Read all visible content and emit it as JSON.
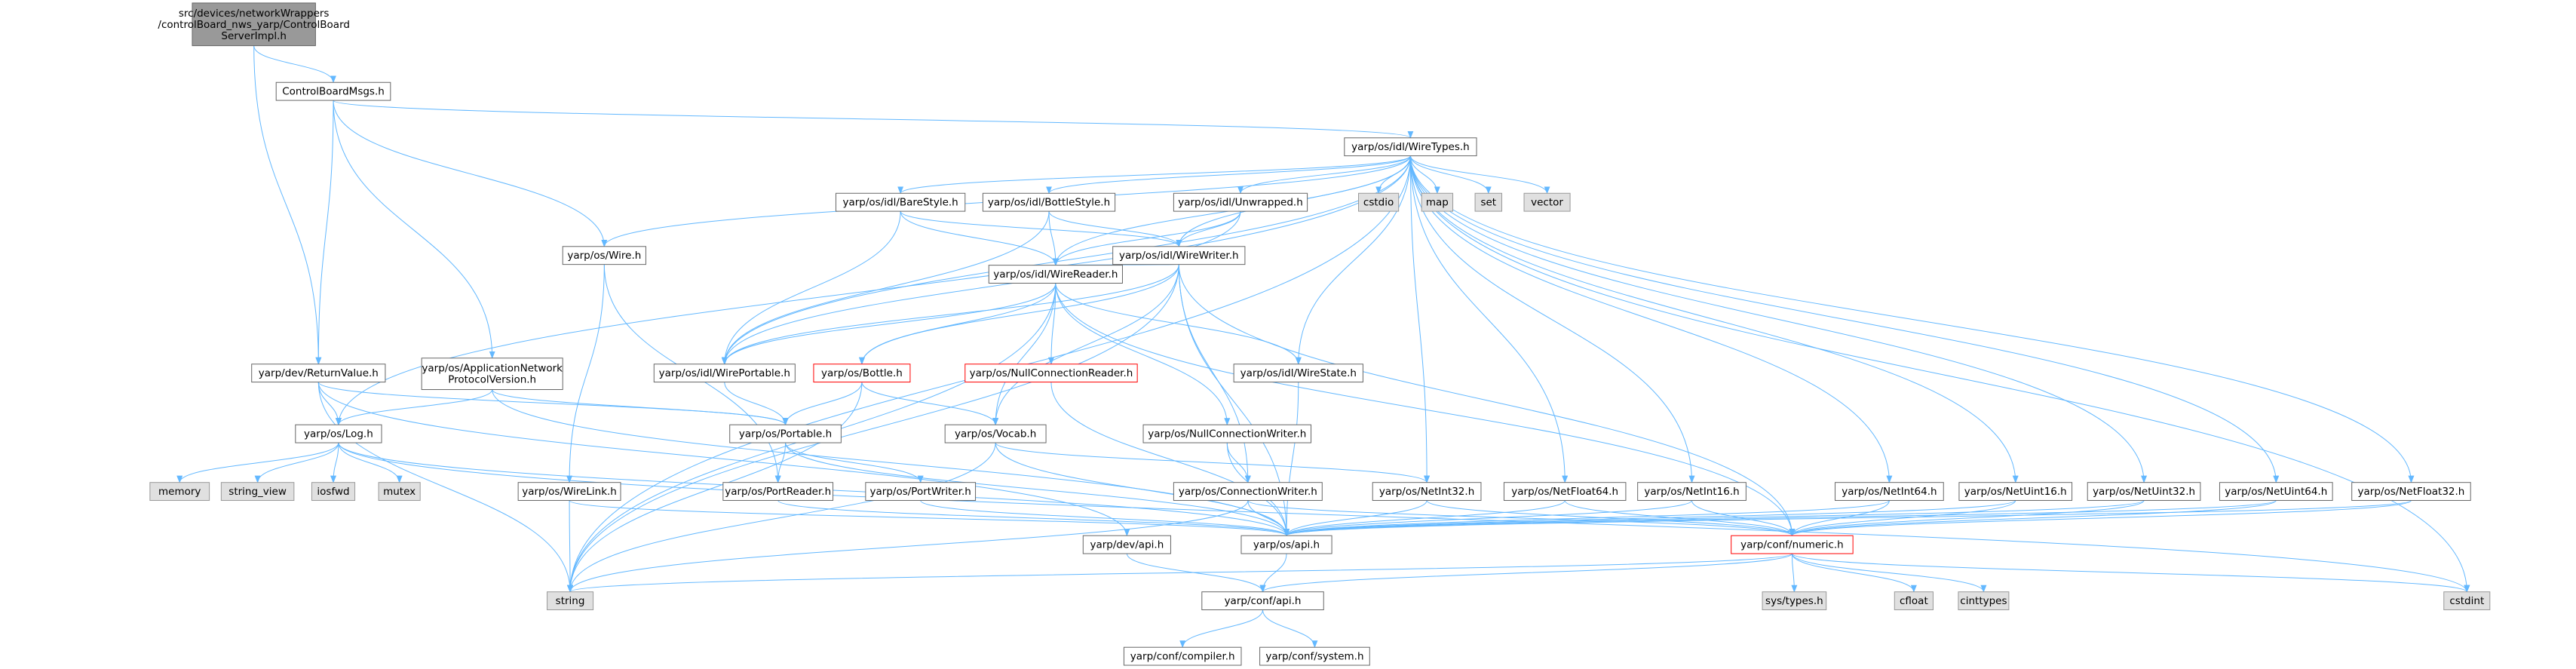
{
  "colors": {
    "edge": "#63b8ff",
    "node_fill": "#ffffff",
    "node_border": "#666666",
    "root_fill": "#999999",
    "root_border": "#666666",
    "system_fill": "#e0e0e0",
    "system_border": "#999999",
    "truncated_border": "#ff0000",
    "text": "#000000"
  },
  "nodes": [
    {
      "id": "root",
      "lines": [
        "src/devices/networkWrappers",
        "/controlBoard_nws_yarp/ControlBoard",
        "ServerImpl.h"
      ],
      "style": "root"
    },
    {
      "id": "cbmsgs",
      "lines": [
        "ControlBoardMsgs.h"
      ],
      "style": "normal"
    },
    {
      "id": "wiretypes",
      "lines": [
        "yarp/os/idl/WireTypes.h"
      ],
      "style": "normal"
    },
    {
      "id": "barestyle",
      "lines": [
        "yarp/os/idl/BareStyle.h"
      ],
      "style": "normal"
    },
    {
      "id": "bottlestyle",
      "lines": [
        "yarp/os/idl/BottleStyle.h"
      ],
      "style": "normal"
    },
    {
      "id": "unwrapped",
      "lines": [
        "yarp/os/idl/Unwrapped.h"
      ],
      "style": "normal"
    },
    {
      "id": "cstdio",
      "lines": [
        "cstdio"
      ],
      "style": "system"
    },
    {
      "id": "map",
      "lines": [
        "map"
      ],
      "style": "system"
    },
    {
      "id": "set",
      "lines": [
        "set"
      ],
      "style": "system"
    },
    {
      "id": "vector",
      "lines": [
        "vector"
      ],
      "style": "system"
    },
    {
      "id": "wire",
      "lines": [
        "yarp/os/Wire.h"
      ],
      "style": "normal"
    },
    {
      "id": "wirewriter",
      "lines": [
        "yarp/os/idl/WireWriter.h"
      ],
      "style": "normal"
    },
    {
      "id": "wirereader",
      "lines": [
        "yarp/os/idl/WireReader.h"
      ],
      "style": "normal"
    },
    {
      "id": "returnvalue",
      "lines": [
        "yarp/dev/ReturnValue.h"
      ],
      "style": "normal"
    },
    {
      "id": "appnetproto",
      "lines": [
        "yarp/os/ApplicationNetwork",
        "ProtocolVersion.h"
      ],
      "style": "normal"
    },
    {
      "id": "wireportable",
      "lines": [
        "yarp/os/idl/WirePortable.h"
      ],
      "style": "normal"
    },
    {
      "id": "bottle",
      "lines": [
        "yarp/os/Bottle.h"
      ],
      "style": "truncated"
    },
    {
      "id": "nullconnreader",
      "lines": [
        "yarp/os/NullConnectionReader.h"
      ],
      "style": "truncated"
    },
    {
      "id": "wirestate",
      "lines": [
        "yarp/os/idl/WireState.h"
      ],
      "style": "normal"
    },
    {
      "id": "log",
      "lines": [
        "yarp/os/Log.h"
      ],
      "style": "normal"
    },
    {
      "id": "portable",
      "lines": [
        "yarp/os/Portable.h"
      ],
      "style": "normal"
    },
    {
      "id": "vocab",
      "lines": [
        "yarp/os/Vocab.h"
      ],
      "style": "normal"
    },
    {
      "id": "nullconnwriter",
      "lines": [
        "yarp/os/NullConnectionWriter.h"
      ],
      "style": "normal"
    },
    {
      "id": "memory",
      "lines": [
        "memory"
      ],
      "style": "system"
    },
    {
      "id": "string_view",
      "lines": [
        "string_view"
      ],
      "style": "system"
    },
    {
      "id": "iosfwd",
      "lines": [
        "iosfwd"
      ],
      "style": "system"
    },
    {
      "id": "mutex",
      "lines": [
        "mutex"
      ],
      "style": "system"
    },
    {
      "id": "wirelink",
      "lines": [
        "yarp/os/WireLink.h"
      ],
      "style": "normal"
    },
    {
      "id": "portreader",
      "lines": [
        "yarp/os/PortReader.h"
      ],
      "style": "normal"
    },
    {
      "id": "portwriter",
      "lines": [
        "yarp/os/PortWriter.h"
      ],
      "style": "normal"
    },
    {
      "id": "connwriter",
      "lines": [
        "yarp/os/ConnectionWriter.h"
      ],
      "style": "normal"
    },
    {
      "id": "netint32",
      "lines": [
        "yarp/os/NetInt32.h"
      ],
      "style": "normal"
    },
    {
      "id": "netfloat64",
      "lines": [
        "yarp/os/NetFloat64.h"
      ],
      "style": "normal"
    },
    {
      "id": "netint16",
      "lines": [
        "yarp/os/NetInt16.h"
      ],
      "style": "normal"
    },
    {
      "id": "netint64",
      "lines": [
        "yarp/os/NetInt64.h"
      ],
      "style": "normal"
    },
    {
      "id": "netuint16",
      "lines": [
        "yarp/os/NetUint16.h"
      ],
      "style": "normal"
    },
    {
      "id": "netuint32",
      "lines": [
        "yarp/os/NetUint32.h"
      ],
      "style": "normal"
    },
    {
      "id": "netuint64",
      "lines": [
        "yarp/os/NetUint64.h"
      ],
      "style": "normal"
    },
    {
      "id": "netfloat32",
      "lines": [
        "yarp/os/NetFloat32.h"
      ],
      "style": "normal"
    },
    {
      "id": "devapi",
      "lines": [
        "yarp/dev/api.h"
      ],
      "style": "normal"
    },
    {
      "id": "osapi",
      "lines": [
        "yarp/os/api.h"
      ],
      "style": "normal"
    },
    {
      "id": "numeric",
      "lines": [
        "yarp/conf/numeric.h"
      ],
      "style": "truncated"
    },
    {
      "id": "string",
      "lines": [
        "string"
      ],
      "style": "system"
    },
    {
      "id": "systypes",
      "lines": [
        "sys/types.h"
      ],
      "style": "system"
    },
    {
      "id": "cfloat",
      "lines": [
        "cfloat"
      ],
      "style": "system"
    },
    {
      "id": "cinttypes",
      "lines": [
        "cinttypes"
      ],
      "style": "system"
    },
    {
      "id": "cstdint",
      "lines": [
        "cstdint"
      ],
      "style": "system"
    },
    {
      "id": "confapi",
      "lines": [
        "yarp/conf/api.h"
      ],
      "style": "normal"
    },
    {
      "id": "compiler",
      "lines": [
        "yarp/conf/compiler.h"
      ],
      "style": "normal"
    },
    {
      "id": "system",
      "lines": [
        "yarp/conf/system.h"
      ],
      "style": "normal"
    }
  ],
  "edges": [
    [
      "root",
      "cbmsgs"
    ],
    [
      "root",
      "returnvalue"
    ],
    [
      "cbmsgs",
      "wiretypes"
    ],
    [
      "cbmsgs",
      "wire"
    ],
    [
      "cbmsgs",
      "returnvalue"
    ],
    [
      "cbmsgs",
      "appnetproto"
    ],
    [
      "wiretypes",
      "string"
    ],
    [
      "wiretypes",
      "log"
    ],
    [
      "wiretypes",
      "barestyle"
    ],
    [
      "wiretypes",
      "bottlestyle"
    ],
    [
      "wiretypes",
      "unwrapped"
    ],
    [
      "wiretypes",
      "cstdio"
    ],
    [
      "wiretypes",
      "map"
    ],
    [
      "wiretypes",
      "set"
    ],
    [
      "wiretypes",
      "vector"
    ],
    [
      "wiretypes",
      "wire"
    ],
    [
      "wiretypes",
      "wirewriter"
    ],
    [
      "wiretypes",
      "wirereader"
    ],
    [
      "wiretypes",
      "wireportable"
    ],
    [
      "wiretypes",
      "wirestate"
    ],
    [
      "wiretypes",
      "netint32"
    ],
    [
      "wiretypes",
      "netfloat64"
    ],
    [
      "wiretypes",
      "netint16"
    ],
    [
      "wiretypes",
      "netint64"
    ],
    [
      "wiretypes",
      "netuint16"
    ],
    [
      "wiretypes",
      "netuint32"
    ],
    [
      "wiretypes",
      "netuint64"
    ],
    [
      "wiretypes",
      "netfloat32"
    ],
    [
      "wiretypes",
      "cstdint"
    ],
    [
      "barestyle",
      "wirewriter"
    ],
    [
      "barestyle",
      "wirereader"
    ],
    [
      "barestyle",
      "wireportable"
    ],
    [
      "bottlestyle",
      "wirewriter"
    ],
    [
      "bottlestyle",
      "wirereader"
    ],
    [
      "bottlestyle",
      "wireportable"
    ],
    [
      "unwrapped",
      "wirewriter"
    ],
    [
      "unwrapped",
      "wirereader"
    ],
    [
      "unwrapped",
      "wireportable"
    ],
    [
      "wire",
      "wirelink"
    ],
    [
      "wire",
      "portreader"
    ],
    [
      "wirewriter",
      "wirereader"
    ],
    [
      "wirewriter",
      "wireportable"
    ],
    [
      "wirewriter",
      "string"
    ],
    [
      "wirewriter",
      "vocab"
    ],
    [
      "wirewriter",
      "connwriter"
    ],
    [
      "wirewriter",
      "osapi"
    ],
    [
      "wirewriter",
      "numeric"
    ],
    [
      "wirewriter",
      "bottle"
    ],
    [
      "wirereader",
      "wireportable"
    ],
    [
      "wirereader",
      "bottle"
    ],
    [
      "wirereader",
      "nullconnreader"
    ],
    [
      "wirereader",
      "wirestate"
    ],
    [
      "wirereader",
      "vocab"
    ],
    [
      "wirereader",
      "nullconnwriter"
    ],
    [
      "wirereader",
      "string"
    ],
    [
      "wirereader",
      "numeric"
    ],
    [
      "returnvalue",
      "log"
    ],
    [
      "returnvalue",
      "portable"
    ],
    [
      "returnvalue",
      "string"
    ],
    [
      "returnvalue",
      "devapi"
    ],
    [
      "appnetproto",
      "portable"
    ],
    [
      "appnetproto",
      "log"
    ],
    [
      "appnetproto",
      "osapi"
    ],
    [
      "wireportable",
      "portable"
    ],
    [
      "bottle",
      "portable"
    ],
    [
      "bottle",
      "vocab"
    ],
    [
      "bottle",
      "string"
    ],
    [
      "nullconnreader",
      "osapi"
    ],
    [
      "wirestate",
      "osapi"
    ],
    [
      "log",
      "memory"
    ],
    [
      "log",
      "string_view"
    ],
    [
      "log",
      "iosfwd"
    ],
    [
      "log",
      "mutex"
    ],
    [
      "log",
      "osapi"
    ],
    [
      "log",
      "cstdint"
    ],
    [
      "portable",
      "portreader"
    ],
    [
      "portable",
      "portwriter"
    ],
    [
      "portable",
      "osapi"
    ],
    [
      "vocab",
      "netint32"
    ],
    [
      "vocab",
      "string"
    ],
    [
      "vocab",
      "osapi"
    ],
    [
      "nullconnwriter",
      "connwriter"
    ],
    [
      "nullconnwriter",
      "osapi"
    ],
    [
      "wirelink",
      "osapi"
    ],
    [
      "wirelink",
      "string"
    ],
    [
      "portreader",
      "osapi"
    ],
    [
      "portwriter",
      "osapi"
    ],
    [
      "connwriter",
      "osapi"
    ],
    [
      "connwriter",
      "numeric"
    ],
    [
      "connwriter",
      "string"
    ],
    [
      "netint32",
      "osapi"
    ],
    [
      "netint32",
      "numeric"
    ],
    [
      "netfloat64",
      "osapi"
    ],
    [
      "netfloat64",
      "numeric"
    ],
    [
      "netint16",
      "osapi"
    ],
    [
      "netint16",
      "numeric"
    ],
    [
      "netint64",
      "osapi"
    ],
    [
      "netint64",
      "numeric"
    ],
    [
      "netuint16",
      "osapi"
    ],
    [
      "netuint16",
      "numeric"
    ],
    [
      "netuint32",
      "osapi"
    ],
    [
      "netuint32",
      "numeric"
    ],
    [
      "netuint64",
      "osapi"
    ],
    [
      "netuint64",
      "numeric"
    ],
    [
      "netfloat32",
      "osapi"
    ],
    [
      "netfloat32",
      "numeric"
    ],
    [
      "devapi",
      "confapi"
    ],
    [
      "osapi",
      "confapi"
    ],
    [
      "numeric",
      "confapi"
    ],
    [
      "numeric",
      "string"
    ],
    [
      "numeric",
      "systypes"
    ],
    [
      "numeric",
      "cfloat"
    ],
    [
      "numeric",
      "cinttypes"
    ],
    [
      "numeric",
      "cstdint"
    ],
    [
      "confapi",
      "compiler"
    ],
    [
      "confapi",
      "system"
    ]
  ]
}
